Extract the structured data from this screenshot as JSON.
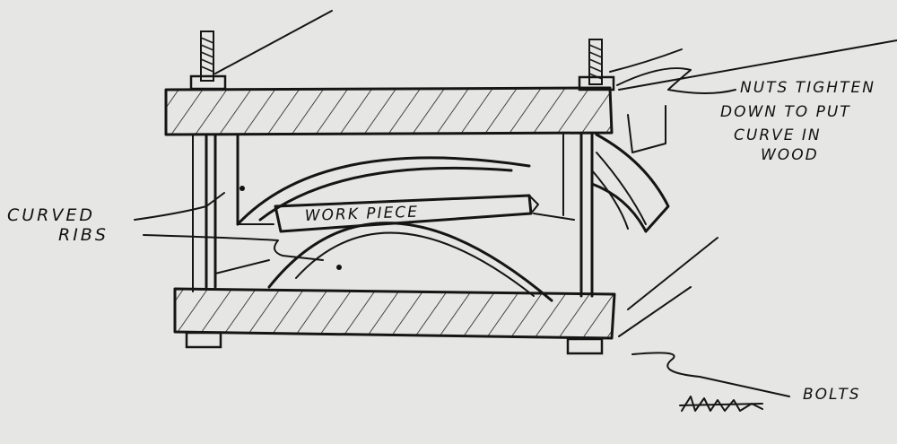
{
  "labels": {
    "nuts_line1": "NUTS TIGHTEN",
    "nuts_line2": "DOWN TO PUT",
    "nuts_line3": "CURVE IN",
    "nuts_line4": "WOOD",
    "curved_line1": "CURVED",
    "curved_line2": "RIBS",
    "work_piece": "WORK PIECE",
    "bolts": "BOLTS"
  },
  "colors": {
    "paper": "#e6e6e4",
    "ink": "#151515"
  }
}
